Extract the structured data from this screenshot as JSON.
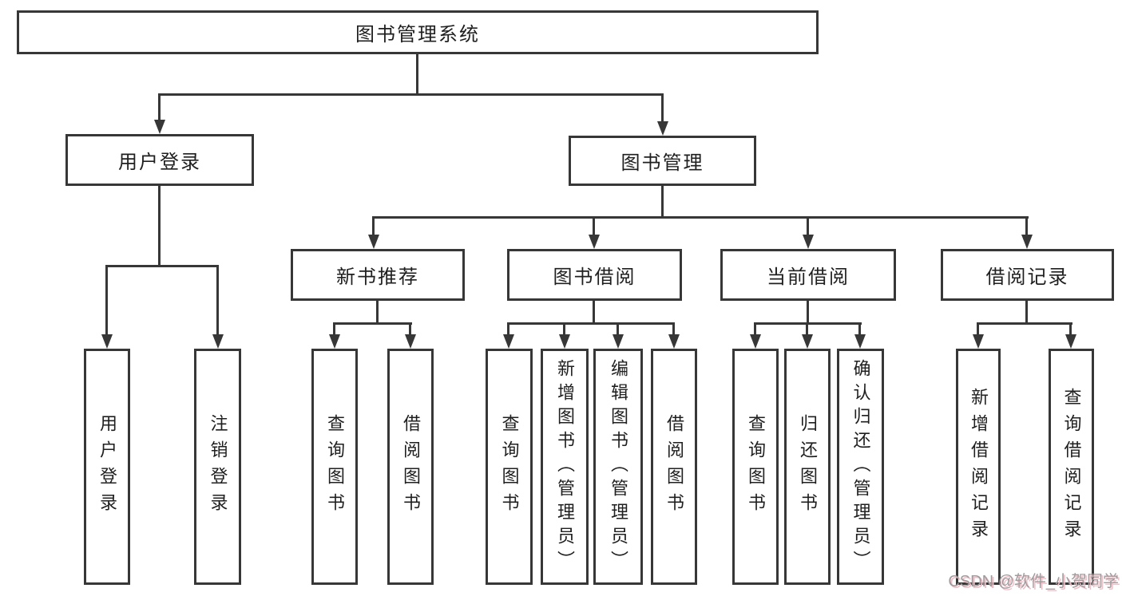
{
  "colors": {
    "line": "#373737",
    "text": "#1f1f1f",
    "bg": "#ffffff",
    "watermark": "#9d9d9d",
    "watermark_shadow": "#f6bcc8"
  },
  "watermark": {
    "text": "CSDN @软件_小贺同学"
  },
  "tree": {
    "label": "图书管理系统",
    "children": [
      {
        "label": "用户登录",
        "children": [
          {
            "label": "用户登录"
          },
          {
            "label": "注销登录"
          }
        ]
      },
      {
        "label": "图书管理",
        "children": [
          {
            "label": "新书推荐",
            "children": [
              {
                "label": "查询图书"
              },
              {
                "label": "借阅图书"
              }
            ]
          },
          {
            "label": "图书借阅",
            "children": [
              {
                "label": "查询图书"
              },
              {
                "label": "新增图书（管理员）"
              },
              {
                "label": "编辑图书（管理员）"
              },
              {
                "label": "借阅图书"
              }
            ]
          },
          {
            "label": "当前借阅",
            "children": [
              {
                "label": "查询图书"
              },
              {
                "label": "归还图书"
              },
              {
                "label": "确认归还（管理员）"
              }
            ]
          },
          {
            "label": "借阅记录",
            "children": [
              {
                "label": "新增借阅记录"
              },
              {
                "label": "查询借阅记录"
              }
            ]
          }
        ]
      }
    ]
  }
}
